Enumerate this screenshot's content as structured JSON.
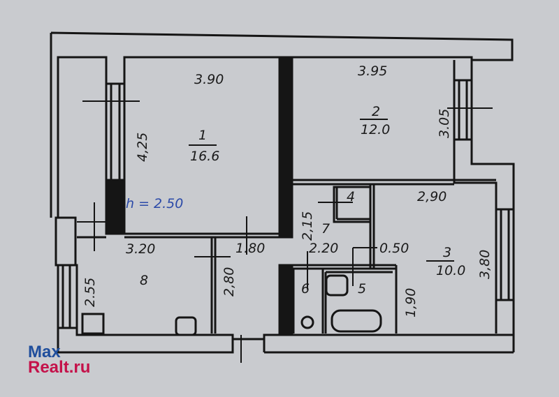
{
  "plan": {
    "ceiling_height": "h = 2.50",
    "rooms": [
      {
        "number": "1",
        "area": "16.6",
        "width": "3.90",
        "length": "4,25"
      },
      {
        "number": "2",
        "area": "12.0",
        "width": "3.95",
        "length": "3.05"
      },
      {
        "number": "3",
        "area": "10.0",
        "width": "2,90",
        "length": "3,80"
      },
      {
        "number": "4"
      },
      {
        "number": "5",
        "length": "1,90"
      },
      {
        "number": "6"
      },
      {
        "number": "7",
        "width": "2.20",
        "length": "2,15",
        "extra": "0.50"
      },
      {
        "number": "8",
        "width": "3.20",
        "length": "2.55"
      }
    ],
    "corridor_width": "1.80",
    "corridor_length": "2,80"
  },
  "watermark": {
    "line1": "Max",
    "line2": "Realt.ru"
  },
  "colors": {
    "background": "#c9cbcf",
    "wall": "#151515",
    "logo_blue": "#1f4e9c",
    "logo_red": "#c4124a"
  }
}
